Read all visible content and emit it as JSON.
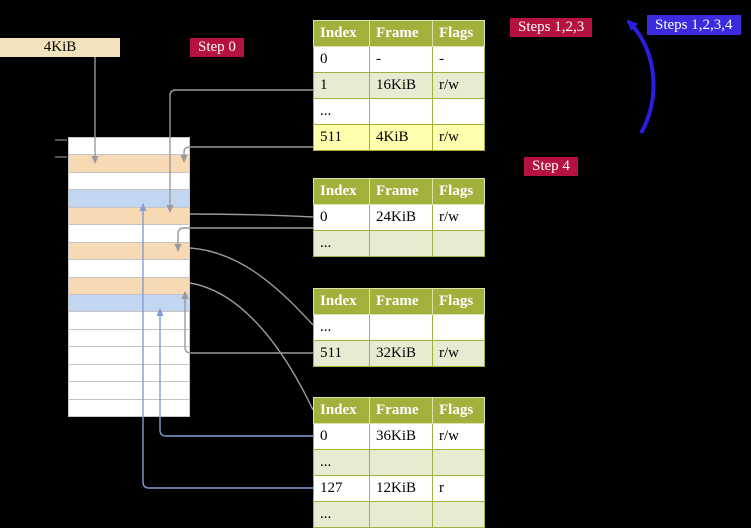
{
  "diagram": {
    "frame_pointer_label": "4KiB",
    "step_labels": {
      "step0": "Step 0",
      "steps123": "Steps 1,2,3",
      "steps1234": "Steps 1,2,3,4",
      "step4": "Step 4"
    },
    "colors": {
      "background": "#000000",
      "step_label_bg": "#b5123f",
      "steps1234_label_bg": "#3a2bdf",
      "table_header_bg": "#a2b13c",
      "table_row_green": "#e6ecd1",
      "table_row_highlight_yellow": "#ffffad",
      "frame_box_bg": "#f2e3bd",
      "memory_page_table_frame_peach": "#f7d9b4",
      "memory_mapped_page_frame_blue": "#c3d6f1",
      "connector_gray": "#9a9a9a",
      "connector_light_blue": "#7f9fd8",
      "big_arrow_blue": "#2a1fe0"
    },
    "memory": {
      "cells": [
        "white",
        "peach",
        "white",
        "blue",
        "peach",
        "white",
        "peach",
        "white",
        "peach",
        "blue",
        "white",
        "white",
        "white",
        "white",
        "white",
        "white"
      ]
    },
    "tables": [
      {
        "headers": [
          "Index",
          "Frame",
          "Flags"
        ],
        "rows": [
          {
            "variant": "plain",
            "cells": [
              "0",
              "-",
              "-"
            ]
          },
          {
            "variant": "green",
            "cells": [
              "1",
              "16KiB",
              "r/w"
            ]
          },
          {
            "variant": "plain",
            "cells": [
              "...",
              "",
              ""
            ]
          },
          {
            "variant": "yellow",
            "cells": [
              "511",
              "4KiB",
              "r/w"
            ]
          }
        ]
      },
      {
        "headers": [
          "Index",
          "Frame",
          "Flags"
        ],
        "rows": [
          {
            "variant": "plain",
            "cells": [
              "0",
              "24KiB",
              "r/w"
            ]
          },
          {
            "variant": "green",
            "cells": [
              "...",
              "",
              ""
            ]
          }
        ]
      },
      {
        "headers": [
          "Index",
          "Frame",
          "Flags"
        ],
        "rows": [
          {
            "variant": "plain",
            "cells": [
              "...",
              "",
              ""
            ]
          },
          {
            "variant": "green",
            "cells": [
              "511",
              "32KiB",
              "r/w"
            ]
          }
        ]
      },
      {
        "headers": [
          "Index",
          "Frame",
          "Flags"
        ],
        "rows": [
          {
            "variant": "plain",
            "cells": [
              "0",
              "36KiB",
              "r/w"
            ]
          },
          {
            "variant": "green",
            "cells": [
              "...",
              "",
              ""
            ]
          },
          {
            "variant": "plain",
            "cells": [
              "127",
              "12KiB",
              "r"
            ]
          },
          {
            "variant": "green",
            "cells": [
              "...",
              "",
              ""
            ]
          }
        ]
      }
    ]
  }
}
